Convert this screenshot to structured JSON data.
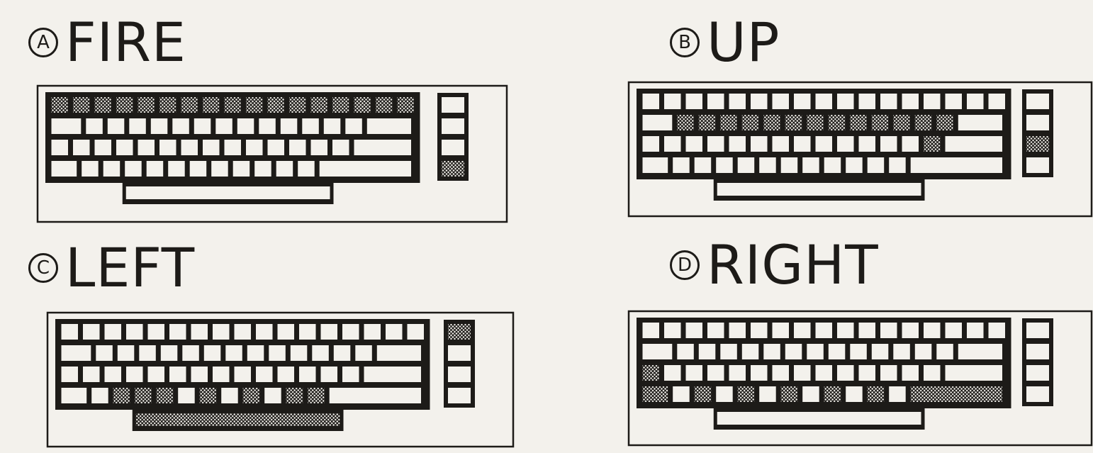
{
  "panels": [
    {
      "letter": "A",
      "label": "FIRE",
      "highlight": "top row, function keys"
    },
    {
      "letter": "B",
      "label": "UP",
      "highlight": "second row"
    },
    {
      "letter": "C",
      "label": "LEFT",
      "highlight": "bottom row, space bar"
    },
    {
      "letter": "D",
      "label": "RIGHT",
      "highlight": "left modifier keys"
    }
  ],
  "colors": {
    "ink": "#1d1b18",
    "paper": "#f3f1ec"
  }
}
